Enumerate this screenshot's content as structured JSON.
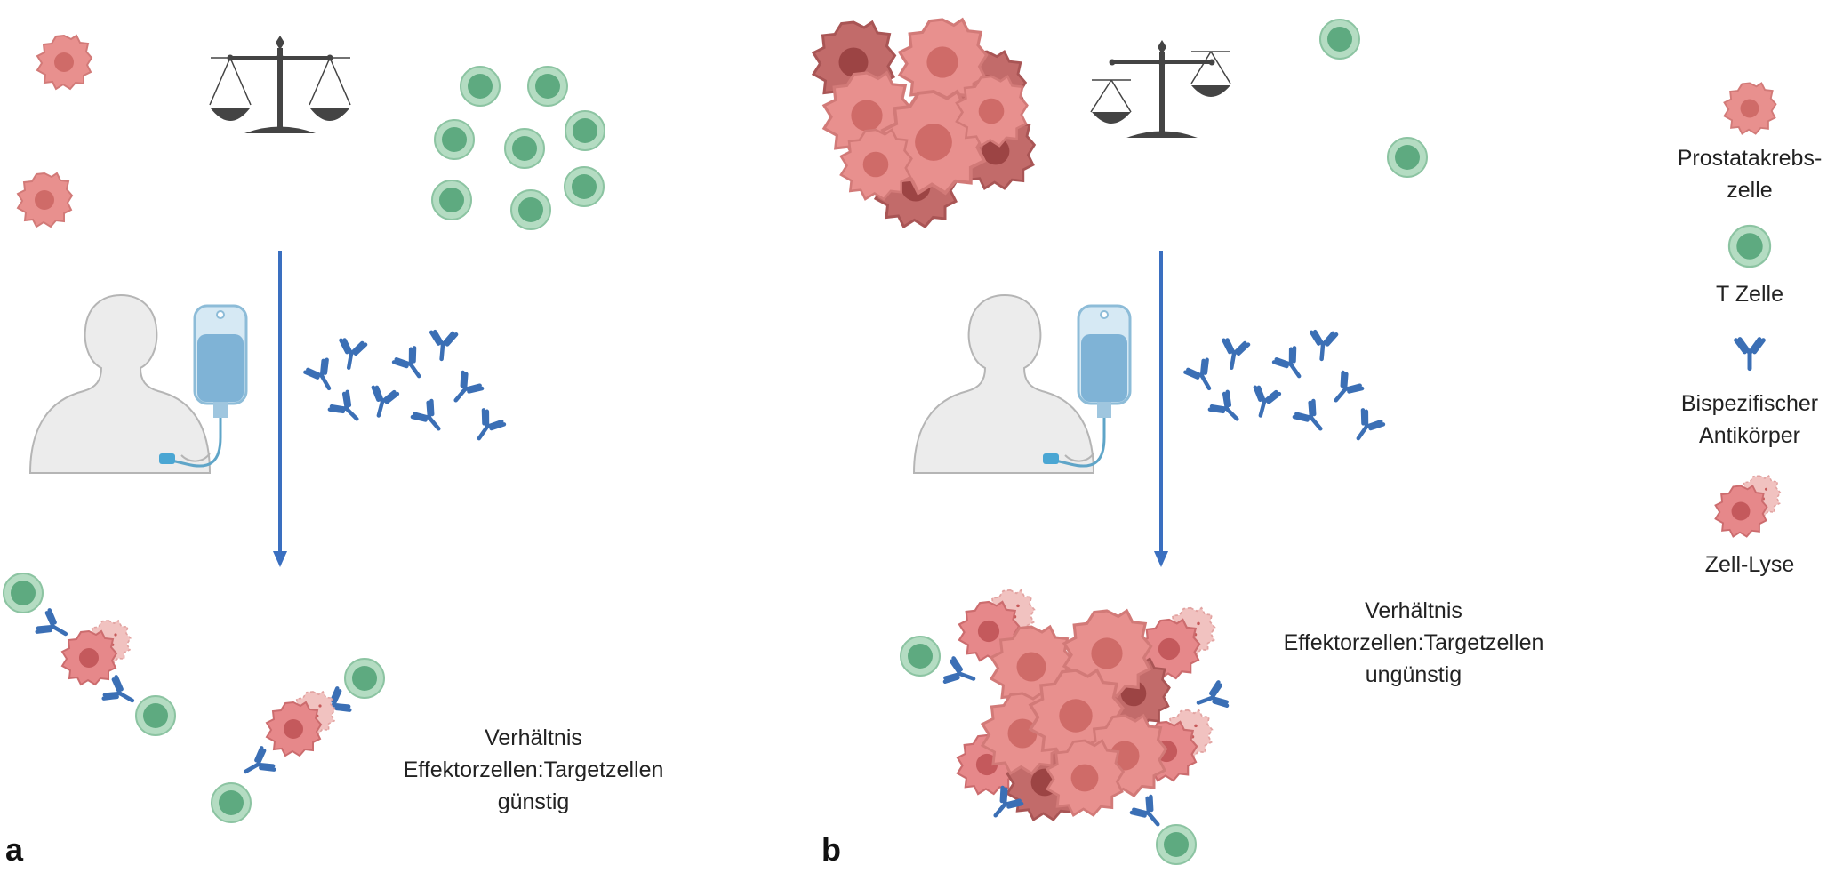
{
  "panels": [
    {
      "label": "a",
      "ratio_lines": [
        "Verhältnis",
        "Effektorzellen:Targetzellen",
        "günstig"
      ]
    },
    {
      "label": "b",
      "ratio_lines": [
        "Verhältnis",
        "Effektorzellen:Targetzellen",
        "ungünstig"
      ]
    }
  ],
  "legend": {
    "prostate_cancer_cell": [
      "Prostatakrebs-",
      "zelle"
    ],
    "t_cell": [
      "T Zelle"
    ],
    "bispecific_antibody": [
      "Bispezifischer",
      "Antikörper"
    ],
    "cell_lysis": [
      "Zell-Lyse"
    ]
  },
  "colors": {
    "cancer_fill": "#e8908e",
    "cancer_dark": "#b85a5a",
    "cancer_nucleus": "#cf6b68",
    "tcell_ring": "#a8d4b8",
    "tcell_core": "#5eaa80",
    "antibody": "#3b6fb5",
    "arrow": "#3a6fc0",
    "scale": "#444444",
    "body_fill": "#ececec",
    "body_stroke": "#b5b5b5",
    "iv_bag": "#a9cfe6",
    "iv_fluid": "#7fb3d6",
    "tube": "#5fa5c8"
  },
  "icons": [
    "balance-scale-icon",
    "patient-icon",
    "iv-bag-icon",
    "down-arrow-icon"
  ]
}
